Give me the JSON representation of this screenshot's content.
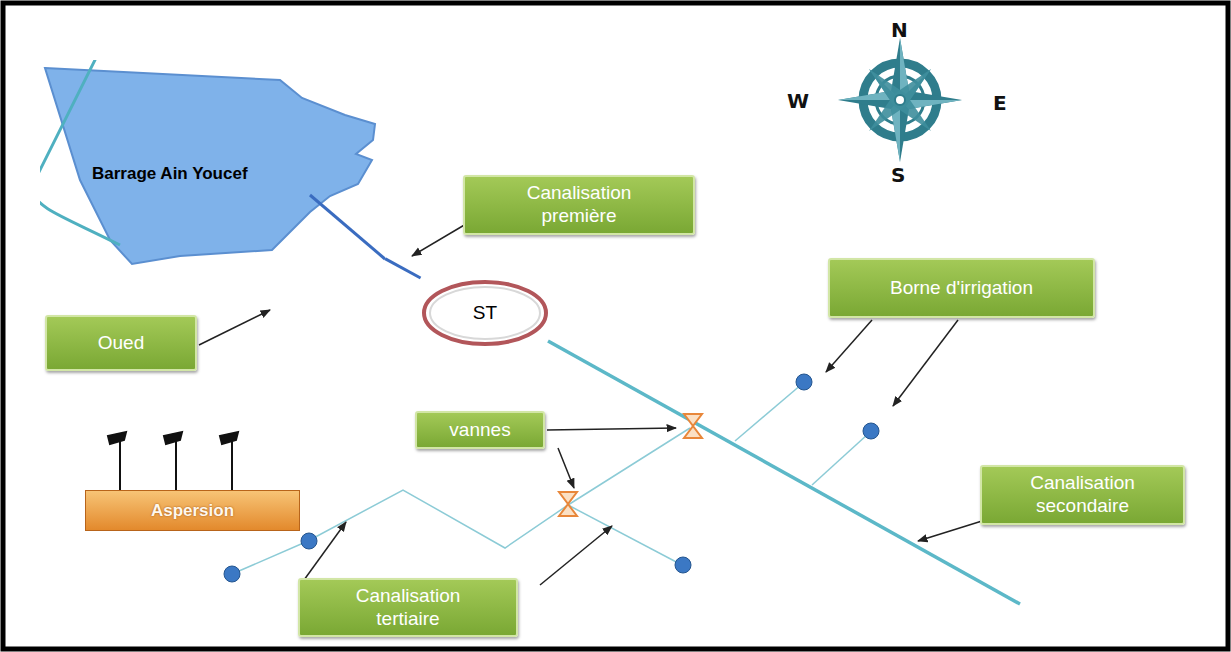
{
  "diagram": {
    "nodes": [
      {
        "text": [
          "Barrage Ain Youcef"
        ]
      },
      {
        "text": [
          "Canalisation première"
        ]
      },
      {
        "text": [
          "ST"
        ]
      },
      {
        "text": [
          "Borne d'irrigation"
        ]
      },
      {
        "text": [
          "Oued"
        ]
      },
      {
        "text": [
          "vannes"
        ]
      },
      {
        "text": [
          "Canalisation secondaire"
        ]
      },
      {
        "text": [
          "Aspersion"
        ]
      },
      {
        "text": [
          "Canalisation tertiaire"
        ]
      }
    ],
    "edges": [
      {
        "from": 0,
        "to": 2,
        "arrow": "none"
      }
    ],
    "labels": [
      "N",
      "W",
      "E",
      "S"
    ]
  }
}
